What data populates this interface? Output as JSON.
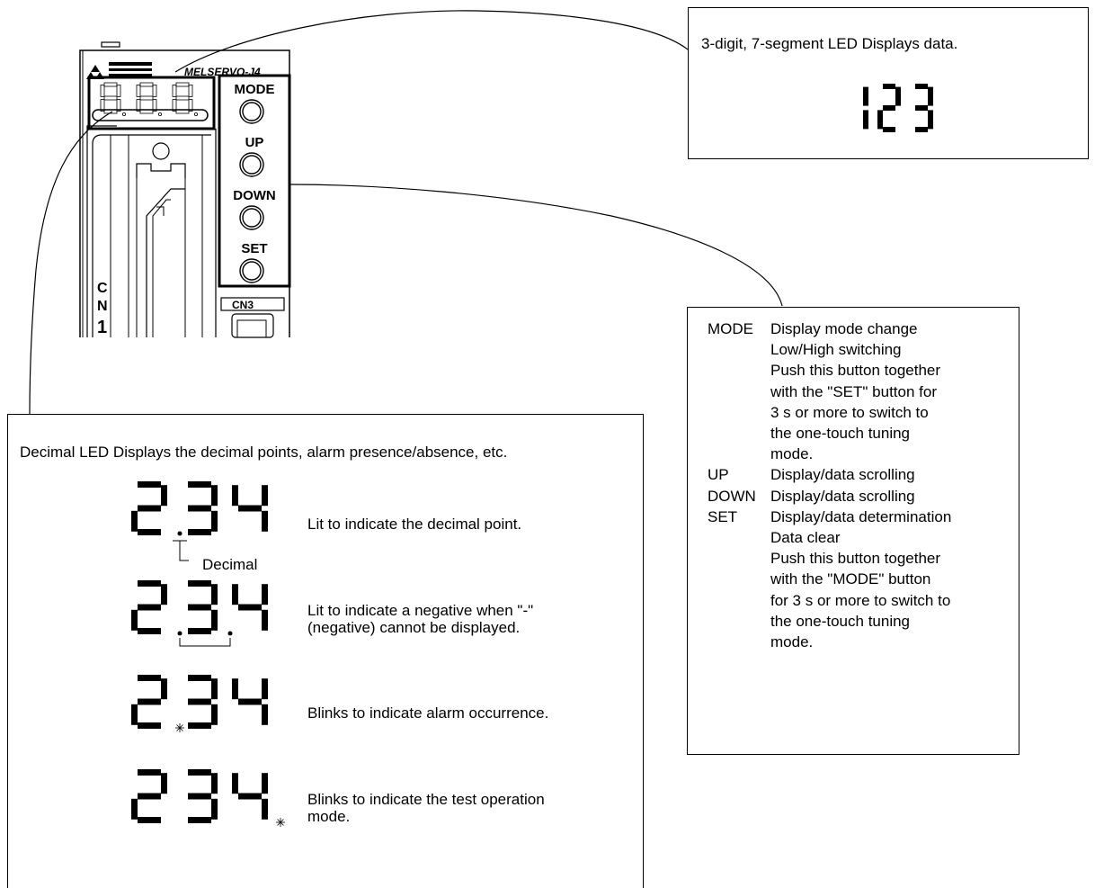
{
  "device": {
    "brand": "MITSUBISHI ELECTRIC",
    "series": "MELSERVO-J4",
    "buttons": [
      "MODE",
      "UP",
      "DOWN",
      "SET"
    ],
    "connector_labels": {
      "cn3": "CN3",
      "cn1": "C N 1"
    }
  },
  "led_box": {
    "caption": "3-digit, 7-segment LED  Displays data.",
    "sample_digits": "123"
  },
  "button_box": {
    "rows": [
      {
        "key": "MODE",
        "lines": [
          "Display mode change",
          "Low/High switching",
          "Push this button together",
          "with the \"SET\" button for",
          "3 s or more to switch to",
          "the one-touch tuning",
          "mode."
        ]
      },
      {
        "key": "UP",
        "lines": [
          "Display/data scrolling"
        ]
      },
      {
        "key": "DOWN",
        "lines": [
          "Display/data scrolling"
        ]
      },
      {
        "key": "SET",
        "lines": [
          "Display/data determination",
          "Data clear",
          "Push this button together",
          "with the \"MODE\" button",
          "for 3 s or more to switch to",
          "the one-touch tuning",
          "mode."
        ]
      }
    ]
  },
  "decimal_box": {
    "caption": "Decimal LED  Displays the decimal points, alarm presence/absence, etc.",
    "digits": "234",
    "examples": [
      {
        "text": "Lit to indicate the decimal point.",
        "indicator": "dot-after-1",
        "note": "Decimal"
      },
      {
        "text": "Lit to indicate a negative when \"-\" (negative) cannot be displayed.",
        "indicator": "dots-after-1-2",
        "line1": "Lit to indicate a negative when \"-\"",
        "line2": "(negative) cannot be displayed."
      },
      {
        "text": "Blinks to indicate alarm occurrence.",
        "indicator": "blink-after-1"
      },
      {
        "text": "Blinks to indicate the test operation mode.",
        "indicator": "blink-after-3",
        "line1": "Blinks to indicate the test operation",
        "line2": "mode."
      }
    ]
  }
}
